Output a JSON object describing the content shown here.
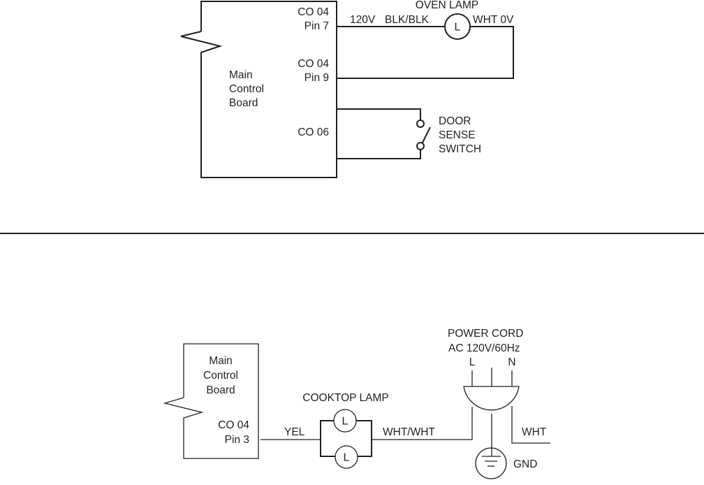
{
  "top_diagram": {
    "board_label": [
      "Main",
      "Control",
      "Board"
    ],
    "connectors": {
      "pin7": [
        "CO 04",
        "Pin 7"
      ],
      "pin9": [
        "CO 04",
        "Pin 9"
      ],
      "co06": "CO 06"
    },
    "oven_lamp": {
      "title": "OVEN LAMP",
      "symbol": "L",
      "voltage_in": "120V",
      "wire_in": "BLK/BLK",
      "wire_out": "WHT 0V"
    },
    "door_switch": [
      "DOOR",
      "SENSE",
      "SWITCH"
    ]
  },
  "bottom_diagram": {
    "board_label": [
      "Main",
      "Control",
      "Board"
    ],
    "connector": [
      "CO 04",
      "Pin 3"
    ],
    "cooktop_lamp": {
      "title": "COOKTOP LAMP",
      "symbol_top": "L",
      "symbol_bottom": "L",
      "wire_in": "YEL",
      "wire_out": "WHT/WHT"
    },
    "power_cord": {
      "title": "POWER CORD",
      "spec": "AC  120V/60Hz",
      "line": "L",
      "neutral": "N",
      "neutral_wire": "WHT",
      "ground": "GND"
    }
  }
}
